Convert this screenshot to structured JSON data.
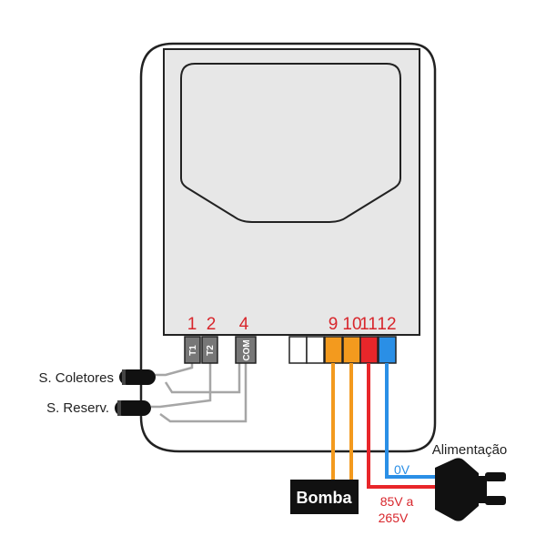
{
  "terminals": {
    "t1_number": "1",
    "t2_number": "2",
    "com_number": "4",
    "n9": "9",
    "n10": "10",
    "n11": "11",
    "n12": "12",
    "t1_label": "T1",
    "t2_label": "T2",
    "com_label": "COM"
  },
  "sensors": {
    "coletores": "S. Coletores",
    "reservatorio": "S. Reserv."
  },
  "power": {
    "label": "Alimentação",
    "zero_volt": "0V",
    "voltage_line1": "85V a",
    "voltage_line2": "265V"
  },
  "pump": {
    "label": "Bomba"
  },
  "colors": {
    "terminal_number": "#d8262c",
    "pump_wire": "#f39a1e",
    "live_wire": "#e8262a",
    "neutral_wire": "#2a8fe6",
    "sensor_wire": "#a6a6a6",
    "device_panel": "#e7e7e7",
    "outline": "#222222"
  }
}
